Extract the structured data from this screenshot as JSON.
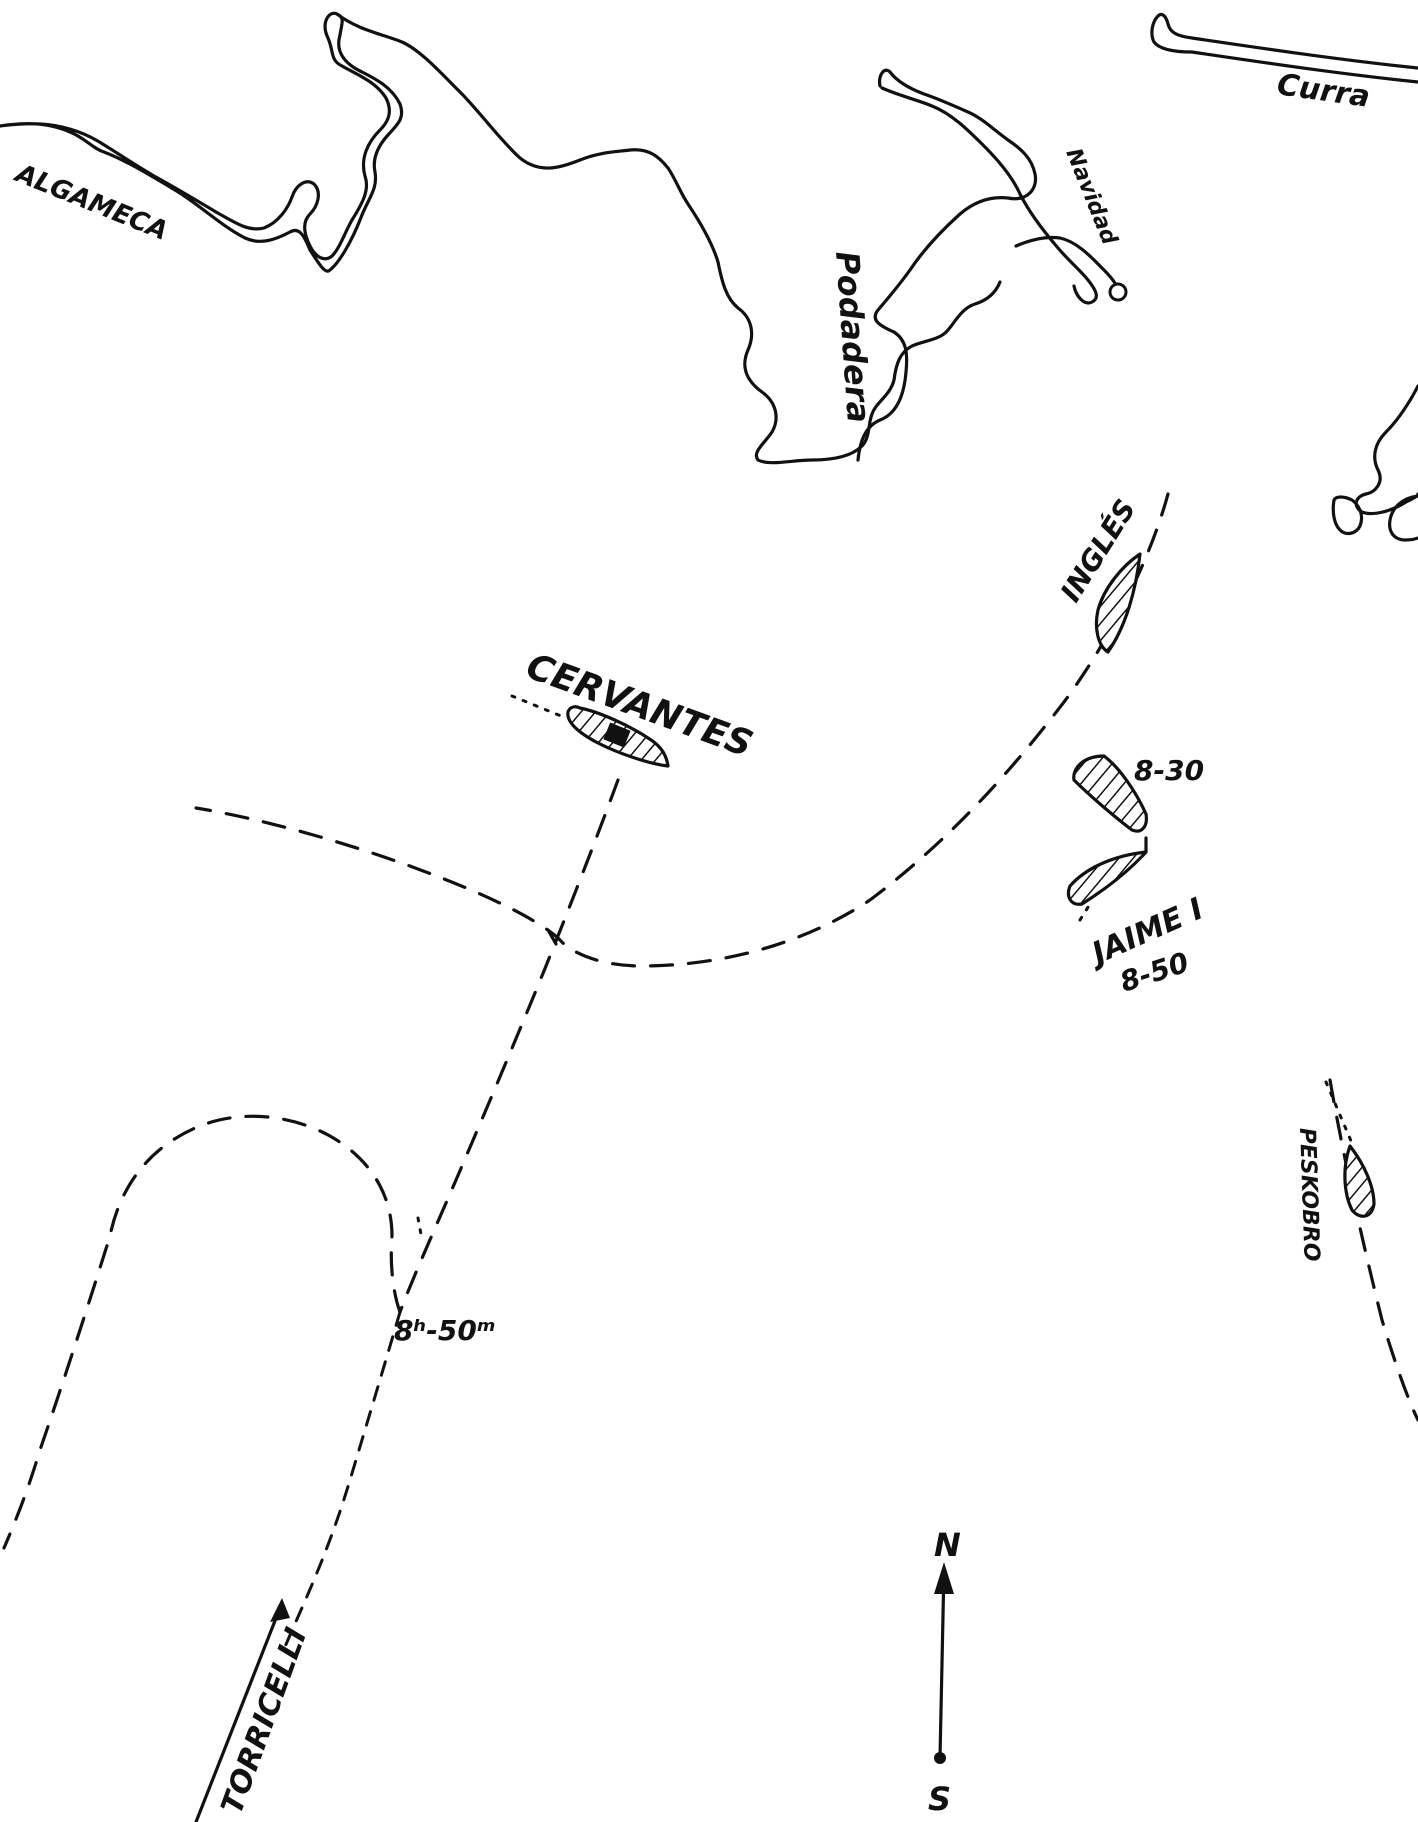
{
  "places": {
    "algameca": "ALGAMECA",
    "curra": "Curra",
    "navidad": "Navidad",
    "podadera": "Podadera"
  },
  "ships": {
    "cervantes": "CERVANTES",
    "ingles": "INGLÉS",
    "jaime": "JAIME I",
    "torricelli": "TORRICELLI",
    "peskobro": "PESKOBRO"
  },
  "times": {
    "t830": "8-30",
    "t850_jaime": "8-50",
    "t850_torricelli": "8ʰ-50ᵐ"
  },
  "compass": {
    "north": "N",
    "south": "S"
  }
}
